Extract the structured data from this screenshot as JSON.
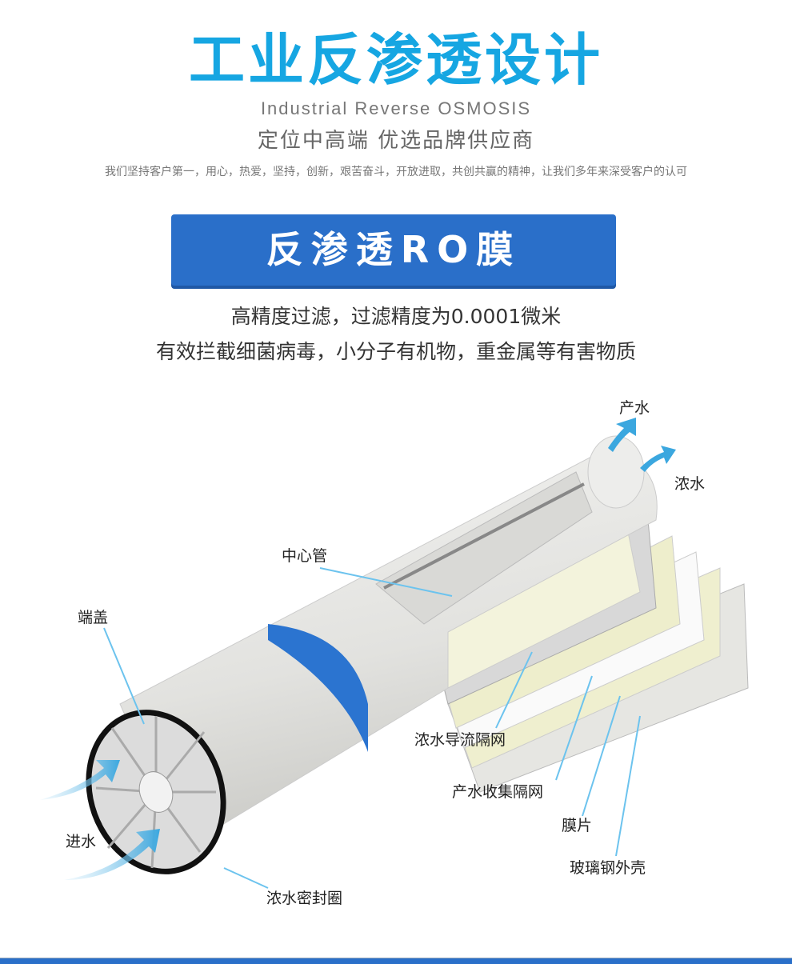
{
  "header": {
    "title": "工业反渗透设计",
    "subtitle_en": "Industrial Reverse OSMOSIS",
    "subtitle_cn": "定位中高端 优选品牌供应商",
    "slogan": "我们坚持客户第一，用心，热爱，坚持，创新，艰苦奋斗，开放进取，共创共赢的精神，让我们多年来深受客户的认可"
  },
  "banner": {
    "label": "反渗透RO膜"
  },
  "description": {
    "line1": "高精度过滤，过滤精度为0.0001微米",
    "line2": "有效拦截细菌病毒，小分子有机物，重金属等有害物质"
  },
  "diagram": {
    "labels": {
      "product_water": "产水",
      "concentrate": "浓水",
      "center_tube": "中心管",
      "end_cap": "端盖",
      "feed_water": "进水",
      "brine_seal": "浓水密封圈",
      "feed_spacer": "浓水导流隔网",
      "permeate_spacer": "产水收集隔网",
      "membrane": "膜片",
      "frp_shell": "玻璃钢外壳"
    }
  },
  "colors": {
    "accent": "#16a6e2",
    "brand": "#2a6fc9"
  }
}
